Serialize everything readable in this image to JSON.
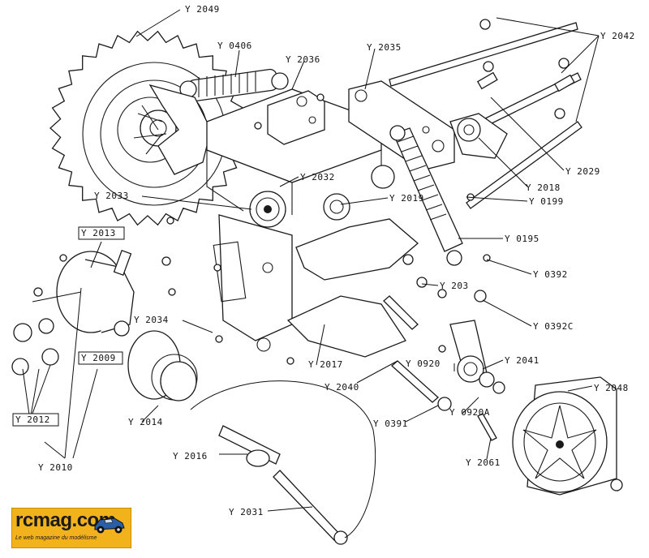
{
  "part_labels": [
    "Y 2049",
    "Y 0406",
    "Y 2036",
    "Y 2035",
    "Y 2042",
    "Y 2029",
    "Y 2018",
    "Y 0199",
    "Y 2032",
    "Y 2033",
    "Y 2019",
    "Y 0195",
    "Y 2013",
    "Y 0392",
    "Y 203",
    "Y 0392C",
    "Y 2034",
    "Y 2017",
    "Y 0920",
    "Y 2041",
    "Y 2009",
    "Y 2040",
    "Y 2048",
    "Y 2012",
    "Y 2014",
    "Y 0391",
    "Y 0920A",
    "Y 2061",
    "Y 2016",
    "Y 2010",
    "Y 2031"
  ],
  "logo": {
    "name": "rcmag.com",
    "tagline": "Le web magazine du modélisme"
  }
}
